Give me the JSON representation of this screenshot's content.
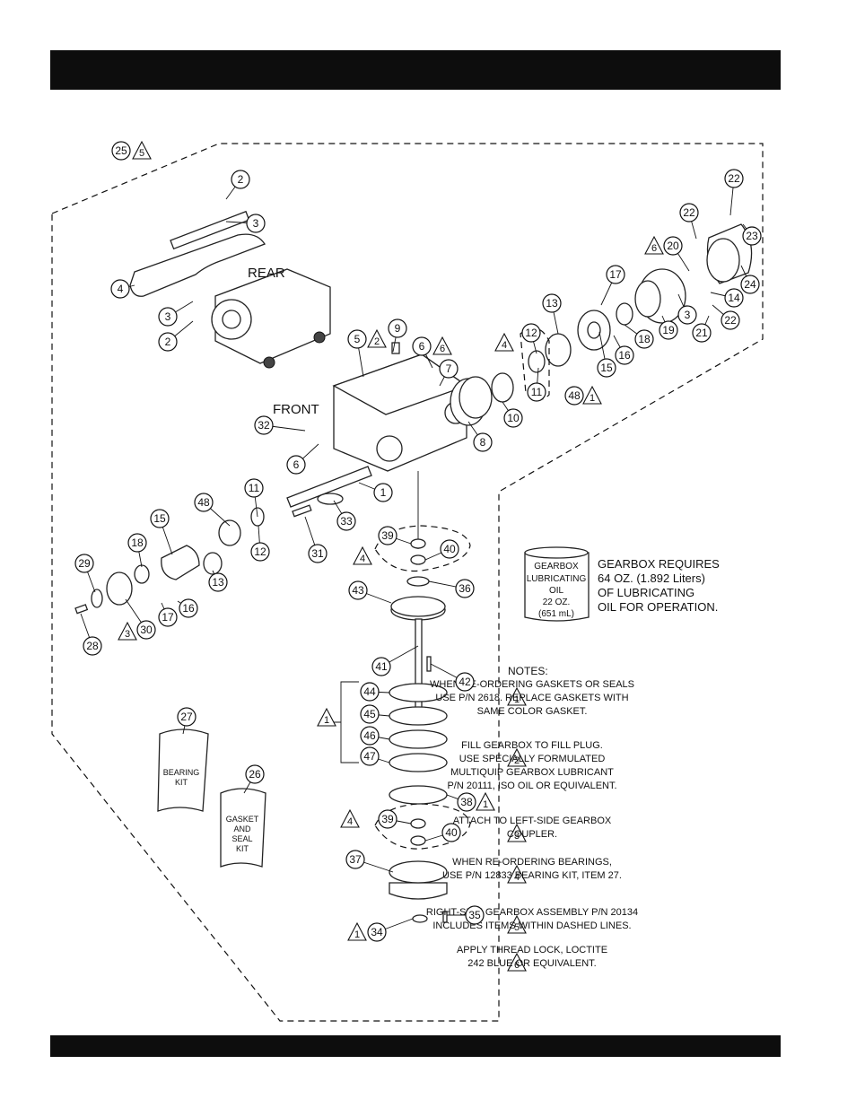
{
  "header_band": "",
  "footer_band": "",
  "labels": {
    "rear": "REAR",
    "front": "FRONT"
  },
  "balloons": [
    {
      "n": "25"
    },
    {
      "n": "2"
    },
    {
      "n": "3"
    },
    {
      "n": "2"
    },
    {
      "n": "3"
    },
    {
      "n": "4"
    },
    {
      "n": "5"
    },
    {
      "n": "9"
    },
    {
      "n": "6"
    },
    {
      "n": "7"
    },
    {
      "n": "32"
    },
    {
      "n": "6"
    },
    {
      "n": "1"
    },
    {
      "n": "8"
    },
    {
      "n": "10"
    },
    {
      "n": "12"
    },
    {
      "n": "11"
    },
    {
      "n": "13"
    },
    {
      "n": "48"
    },
    {
      "n": "17"
    },
    {
      "n": "15"
    },
    {
      "n": "16"
    },
    {
      "n": "18"
    },
    {
      "n": "19"
    },
    {
      "n": "20"
    },
    {
      "n": "22"
    },
    {
      "n": "22"
    },
    {
      "n": "23"
    },
    {
      "n": "24"
    },
    {
      "n": "14"
    },
    {
      "n": "22"
    },
    {
      "n": "21"
    },
    {
      "n": "3"
    },
    {
      "n": "11"
    },
    {
      "n": "48"
    },
    {
      "n": "15"
    },
    {
      "n": "12"
    },
    {
      "n": "33"
    },
    {
      "n": "31"
    },
    {
      "n": "29"
    },
    {
      "n": "18"
    },
    {
      "n": "13"
    },
    {
      "n": "30"
    },
    {
      "n": "17"
    },
    {
      "n": "16"
    },
    {
      "n": "28"
    },
    {
      "n": "39"
    },
    {
      "n": "40"
    },
    {
      "n": "43"
    },
    {
      "n": "36"
    },
    {
      "n": "41"
    },
    {
      "n": "42"
    },
    {
      "n": "44"
    },
    {
      "n": "45"
    },
    {
      "n": "46"
    },
    {
      "n": "47"
    },
    {
      "n": "38"
    },
    {
      "n": "39"
    },
    {
      "n": "40"
    },
    {
      "n": "37"
    },
    {
      "n": "35"
    },
    {
      "n": "34"
    },
    {
      "n": "27"
    },
    {
      "n": "26"
    }
  ],
  "triangles": [
    {
      "n": "5"
    },
    {
      "n": "2"
    },
    {
      "n": "6"
    },
    {
      "n": "4"
    },
    {
      "n": "1"
    },
    {
      "n": "6"
    },
    {
      "n": "4"
    },
    {
      "n": "3"
    },
    {
      "n": "1"
    },
    {
      "n": "1"
    },
    {
      "n": "4"
    },
    {
      "n": "1"
    }
  ],
  "oil_can": {
    "line1": "GEARBOX",
    "line2": "LUBRICATING",
    "line3": "OIL",
    "line4": "22 OZ.",
    "line5": "(651 mL)"
  },
  "oil_text": [
    "GEARBOX REQUIRES",
    "64 OZ.  (1.892 Liters)",
    "OF LUBRICATING",
    "OIL FOR OPERATION."
  ],
  "bags": {
    "bearing": {
      "line1": "BEARING",
      "line2": "KIT"
    },
    "gasket": {
      "line1": "GASKET",
      "line2": "AND",
      "line3": "SEAL",
      "line4": "KIT"
    }
  },
  "notes_title": "NOTES:",
  "notes": [
    {
      "tri": "1",
      "lines": [
        "WHEN RE-ORDERING GASKETS OR SEALS",
        "USE P/N 2618. REPLACE GASKETS WITH",
        "SAME COLOR GASKET."
      ]
    },
    {
      "tri": "2",
      "lines": [
        "FILL GEARBOX TO FILL PLUG.",
        "USE SPECIALLY FORMULATED",
        "MULTIQUIP GEARBOX LUBRICANT",
        "P/N 20111, ISO OIL OR EQUIVALENT."
      ]
    },
    {
      "tri": "3",
      "lines": [
        "ATTACH TO LEFT-SIDE GEARBOX",
        "COUPLER."
      ]
    },
    {
      "tri": "4",
      "lines": [
        "WHEN RE-ORDERING BEARINGS,",
        "USE P/N 12833 BEARING KIT, ITEM  27."
      ]
    },
    {
      "tri": "5",
      "lines": [
        "RIGHT-SIDE GEARBOX ASSEMBLY P/N 20134",
        "INCLUDES  ITEMS WITHIN DASHED LINES."
      ]
    },
    {
      "tri": "6",
      "lines": [
        "APPLY THREAD LOCK, LOCTITE",
        "242 BLUE OR EQUIVALENT."
      ]
    }
  ]
}
